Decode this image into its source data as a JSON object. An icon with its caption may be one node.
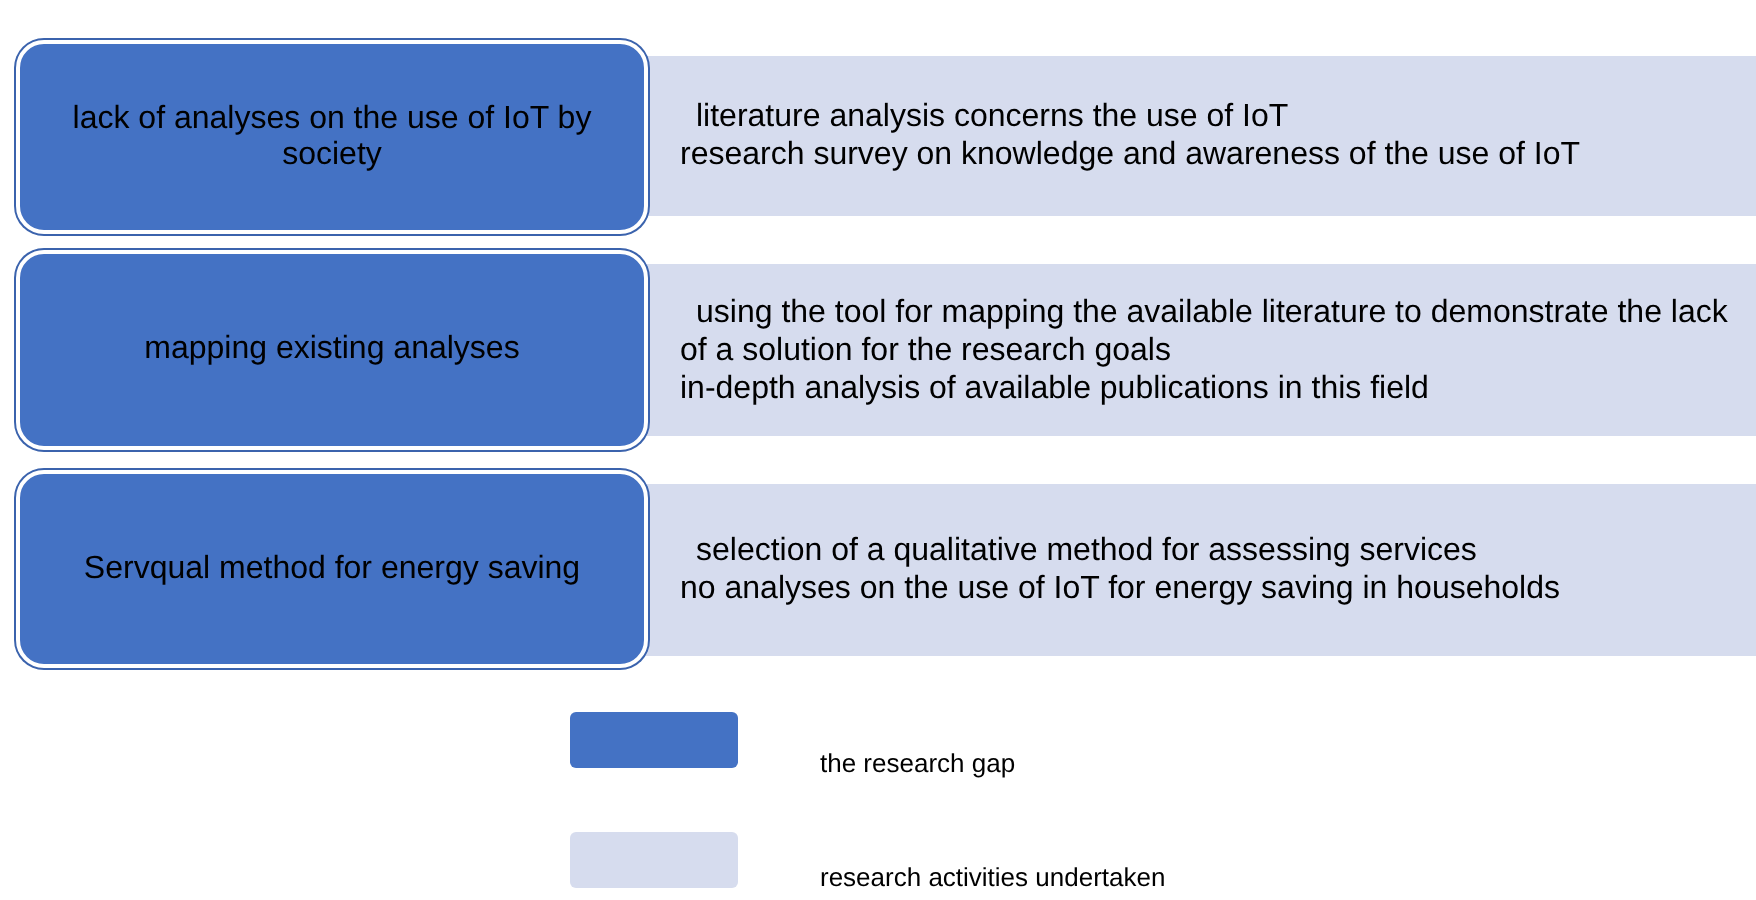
{
  "diagram": {
    "nodes": [
      {
        "text": [
          "lack of analyses on the use of IoT by society"
        ]
      },
      {
        "text": [
          "literature analysis concerns the use of IoT",
          "research survey on knowledge and awareness of the use of IoT"
        ]
      },
      {
        "text": [
          "mapping existing analyses"
        ]
      },
      {
        "text": [
          "using the tool for mapping the available literature to demonstrate the lack of a solution for the research goals",
          "in-depth analysis of available publications in this field"
        ]
      },
      {
        "text": [
          "Servqual method for energy saving"
        ]
      },
      {
        "text": [
          "selection of a qualitative method for assessing services",
          "no analyses on the use of IoT for energy saving in households"
        ]
      }
    ],
    "legend": [
      {
        "text": "the research gap",
        "color": "#4472c4"
      },
      {
        "text": "research activities undertaken",
        "color": "#d6dcee"
      }
    ]
  }
}
